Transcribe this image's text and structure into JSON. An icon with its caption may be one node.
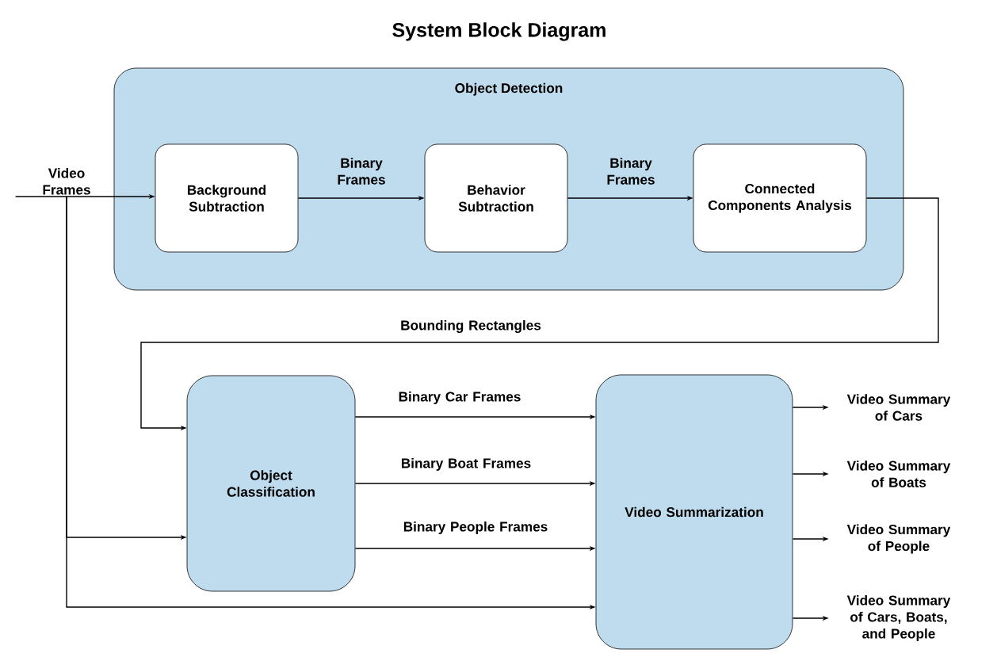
{
  "diagram": {
    "title": "System Block Diagram",
    "nodes": [
      {
        "text": [
          "Video Frames"
        ]
      },
      {
        "text": [
          "Object Detection"
        ]
      },
      {
        "text": [
          "Background Subtraction"
        ],
        "in": 1
      },
      {
        "text": [
          "Behavior Subtraction"
        ],
        "in": 1
      },
      {
        "text": [
          "Connected Components Analysis"
        ],
        "in": 1
      },
      {
        "text": [
          "Object Classification"
        ]
      },
      {
        "text": [
          "Video Summarization"
        ]
      },
      {
        "text": [
          "Video Summary of Cars"
        ]
      },
      {
        "text": [
          "Video Summary of Boats"
        ]
      },
      {
        "text": [
          "Video Summary of People"
        ]
      },
      {
        "text": [
          "Video Summary of Cars, Boats, and People"
        ]
      }
    ],
    "edges": [
      {
        "from": 0,
        "to": 2,
        "arrow": "to"
      },
      {
        "from": 2,
        "to": 3,
        "arrow": "to",
        "label": "Binary Frames"
      },
      {
        "from": 3,
        "to": 4,
        "arrow": "to",
        "label": "Binary Frames"
      },
      {
        "from": 4,
        "to": 5,
        "arrow": "to",
        "label": "Bounding Rectangles"
      },
      {
        "from": 5,
        "to": 6,
        "arrow": "to",
        "label": "Binary Car Frames"
      },
      {
        "from": 5,
        "to": 6,
        "arrow": "to",
        "label": "Binary Boat Frames"
      },
      {
        "from": 5,
        "to": 6,
        "arrow": "to",
        "label": "Binary People Frames"
      },
      {
        "from": 0,
        "to": 5,
        "arrow": "to"
      },
      {
        "from": 0,
        "to": 6,
        "arrow": "to"
      },
      {
        "from": 6,
        "to": 7,
        "arrow": "to"
      },
      {
        "from": 6,
        "to": 8,
        "arrow": "to"
      },
      {
        "from": 6,
        "to": 9,
        "arrow": "to"
      },
      {
        "from": 6,
        "to": 10,
        "arrow": "to"
      }
    ]
  }
}
